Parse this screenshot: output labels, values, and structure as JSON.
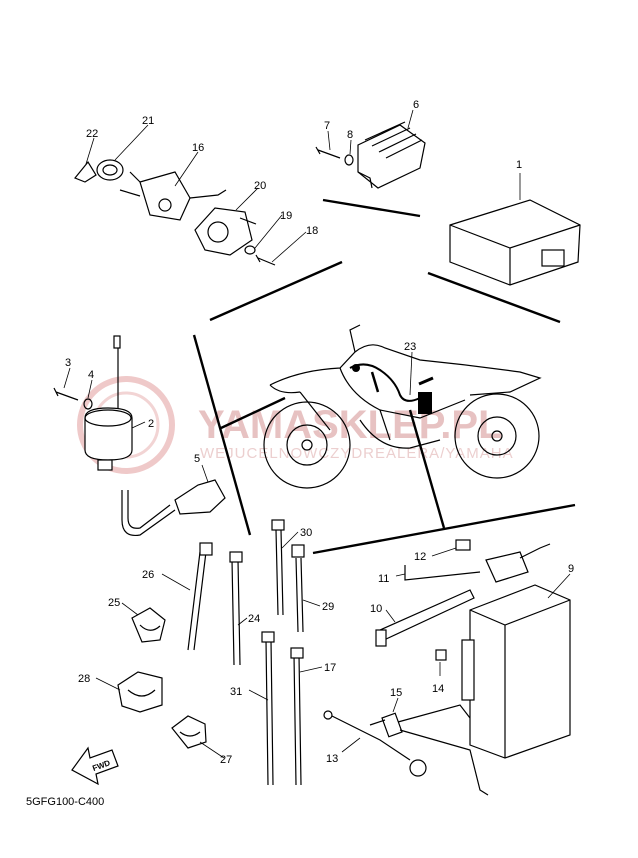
{
  "watermark": {
    "brand": "YAMASKLEP.PL",
    "subtitle": "WEJUCELNOWCZYDREALERA/YAMAHA"
  },
  "diagram_code": "5GFG100-C400",
  "fwd_label": "FWD",
  "labels": {
    "p1": "1",
    "p2": "2",
    "p3": "3",
    "p4": "4",
    "p5": "5",
    "p6": "6",
    "p7": "7",
    "p8": "8",
    "p9": "9",
    "p10": "10",
    "p11": "11",
    "p12": "12",
    "p13": "13",
    "p14": "14",
    "p15": "15",
    "p16": "16",
    "p17": "17",
    "p18": "18",
    "p19": "19",
    "p20": "20",
    "p21": "21",
    "p22": "22",
    "p23": "23",
    "p24": "24",
    "p25": "25",
    "p26": "26",
    "p27": "27",
    "p28": "28",
    "p29": "29",
    "p30": "30",
    "p31": "31"
  }
}
